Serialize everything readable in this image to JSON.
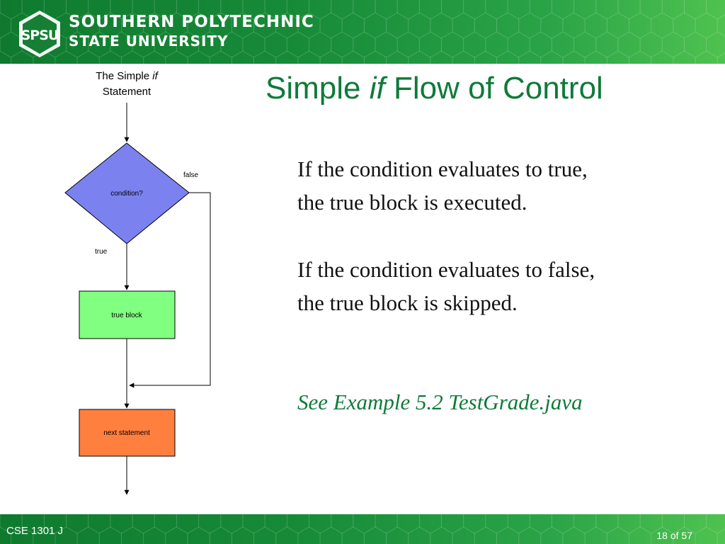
{
  "header": {
    "seal_text": "SPSU",
    "university_line1": "SOUTHERN POLYTECHNIC",
    "university_line2": "STATE UNIVERSITY",
    "brand_color": "#178a38"
  },
  "slide": {
    "title_before": "Simple ",
    "title_italic": "if",
    "title_after": " Flow of Control",
    "paragraph1": [
      "If the condition evaluates to true,",
      "the true block is executed."
    ],
    "paragraph2": [
      "If the condition evaluates to false,",
      "the true block is skipped."
    ],
    "example_reference": "See Example 5.2 TestGrade.java",
    "accent_color": "#0f7a3a"
  },
  "flowchart": {
    "heading_line1_prefix": "The Simple ",
    "heading_line1_italic": "if",
    "heading_line2": "Statement",
    "condition_label": "condition?",
    "false_label": "false",
    "true_label": "true",
    "true_block_label": "true block",
    "next_statement_label": "next statement",
    "colors": {
      "condition": "#7b82f0",
      "true_block": "#80ff80",
      "next_statement": "#ff7f3f"
    }
  },
  "footer": {
    "course": "CSE 1301 J",
    "page_current": "18",
    "page_separator": " of ",
    "page_total": "57"
  }
}
